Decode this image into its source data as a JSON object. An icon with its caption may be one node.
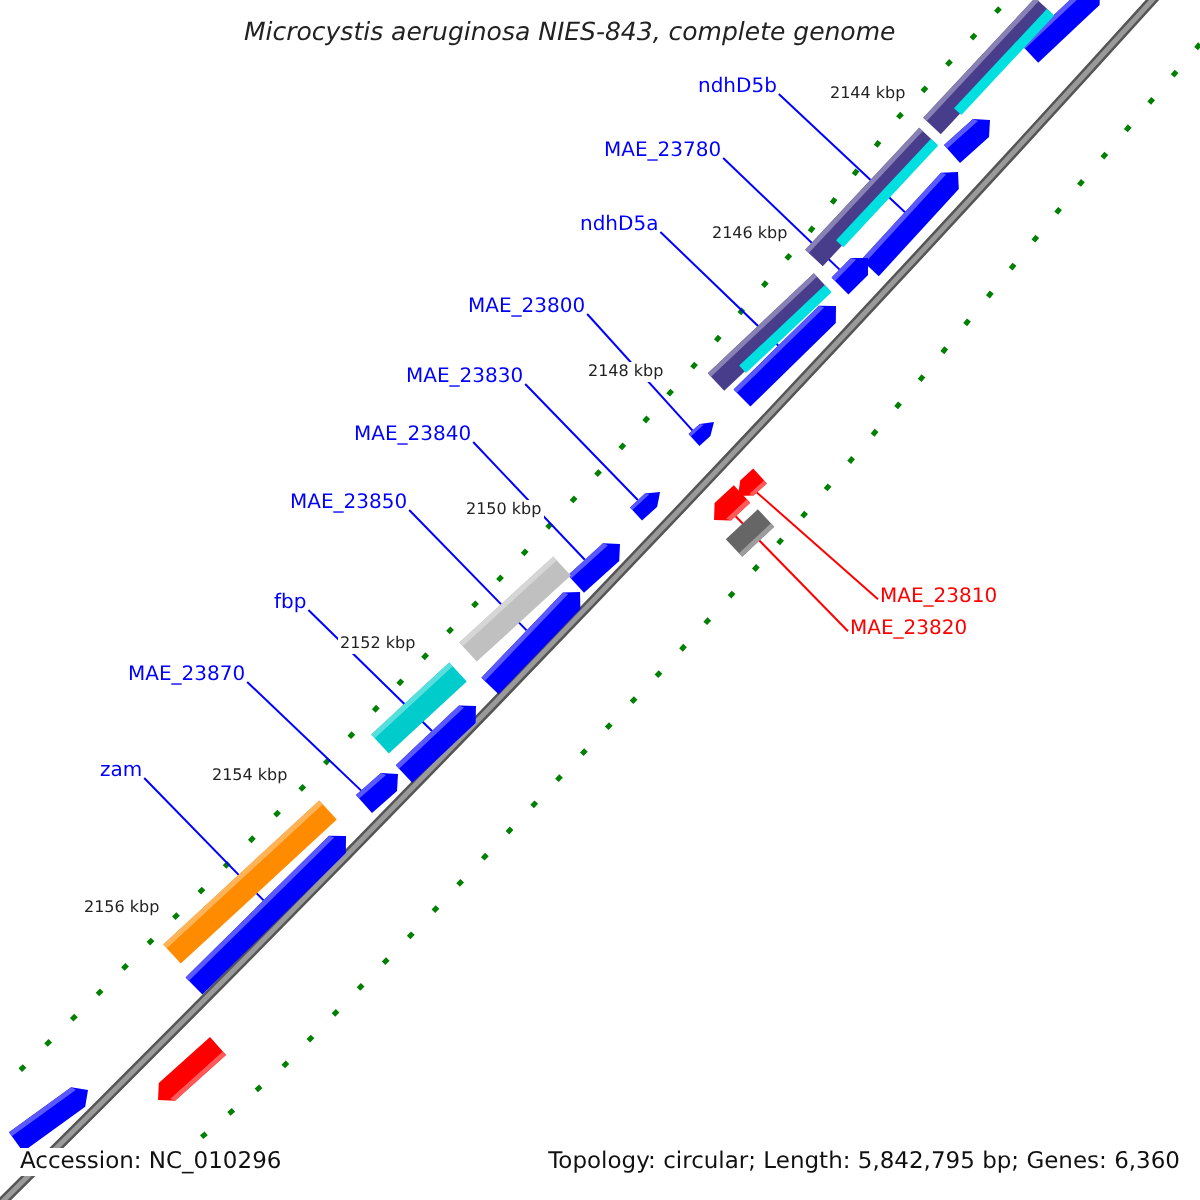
{
  "diagram": {
    "title": "Microcystis aeruginosa NIES-843, complete genome",
    "nodes": [
      {
        "text": [
          "ndhD5b"
        ]
      },
      {
        "text": [
          "MAE_23780"
        ]
      },
      {
        "text": [
          "ndhD5a"
        ]
      },
      {
        "text": [
          "MAE_23800"
        ]
      },
      {
        "text": [
          "MAE_23830"
        ]
      },
      {
        "text": [
          "MAE_23840"
        ]
      },
      {
        "text": [
          "MAE_23850"
        ]
      },
      {
        "text": [
          "fbp"
        ]
      },
      {
        "text": [
          "MAE_23870"
        ]
      },
      {
        "text": [
          "zam"
        ]
      },
      {
        "text": [
          "MAE_23810"
        ]
      },
      {
        "text": [
          "MAE_23820"
        ]
      },
      {
        "text": [],
        "shape": "bar"
      },
      {
        "text": [],
        "shape": "bar"
      },
      {
        "text": [],
        "shape": "bar"
      },
      {
        "text": [],
        "shape": "bar"
      },
      {
        "text": [],
        "shape": "bar"
      },
      {
        "text": [],
        "shape": "bar"
      },
      {
        "text": [],
        "shape": "bar"
      },
      {
        "text": [],
        "shape": "bar"
      },
      {
        "text": [],
        "shape": "bar"
      },
      {
        "text": [],
        "shape": "bar"
      },
      {
        "text": [],
        "shape": "bar"
      },
      {
        "text": [],
        "shape": "bar"
      },
      {
        "text": [],
        "shape": "bar"
      },
      {
        "text": [],
        "shape": "bar"
      },
      {
        "text": [],
        "shape": "bar"
      },
      {
        "text": [],
        "shape": "bar"
      }
    ],
    "edges": [
      {
        "from": 0,
        "to": 12,
        "arrow": "none"
      },
      {
        "from": 1,
        "to": 13,
        "arrow": "none"
      },
      {
        "from": 2,
        "to": 14,
        "arrow": "none"
      },
      {
        "from": 3,
        "to": 15,
        "arrow": "none"
      },
      {
        "from": 4,
        "to": 16,
        "arrow": "none"
      },
      {
        "from": 5,
        "to": 17,
        "arrow": "none"
      },
      {
        "from": 6,
        "to": 18,
        "arrow": "none"
      },
      {
        "from": 7,
        "to": 19,
        "arrow": "none"
      },
      {
        "from": 8,
        "to": 20,
        "arrow": "none"
      },
      {
        "from": 9,
        "to": 21,
        "arrow": "none"
      },
      {
        "from": 10,
        "to": 22,
        "arrow": "none",
        "color": "#ff0000"
      },
      {
        "from": 11,
        "to": 23,
        "arrow": "none",
        "color": "#ff0000"
      }
    ],
    "labels": [
      "2144 kbp",
      "2146 kbp",
      "2148 kbp",
      "2150 kbp",
      "2152 kbp",
      "2154 kbp",
      "2156 kbp",
      "Accession: NC_010296",
      "Topology: circular; Length: 5,842,795 bp; Genes: 6,360"
    ]
  }
}
